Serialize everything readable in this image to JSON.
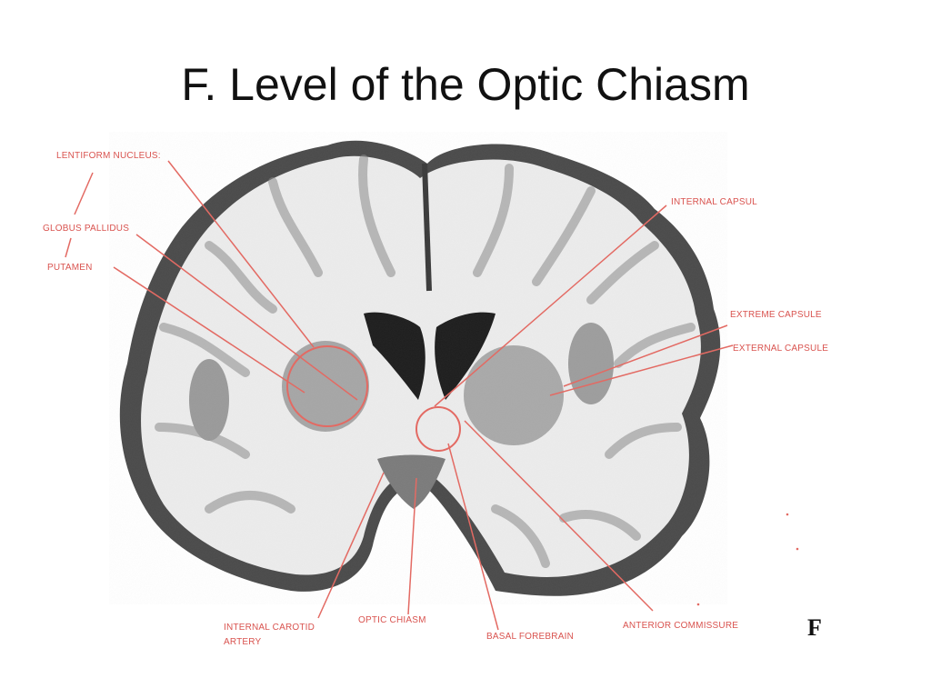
{
  "title": "F. Level of the Optic Chiasm",
  "panel_letter": "F",
  "labels": {
    "lentiform_nucleus": "LENTIFORM NUCLEUS:",
    "globus_pallidus": "GLOBUS PALLIDUS",
    "putamen": "PUTAMEN",
    "internal_capsule": "INTERNAL CAPSUL",
    "extreme_capsule": "EXTREME CAPSULE",
    "external_capsule": "EXTERNAL CAPSULE",
    "internal_carotid_line1": "INTERNAL CAROTID",
    "internal_carotid_line2": "ARTERY",
    "optic_chiasm": "OPTIC CHIASM",
    "basal_forebrain": "BASAL FOREBRAIN",
    "anterior_commissure": "ANTERIOR COMMISSURE"
  },
  "colors": {
    "annotation": "#d9534f",
    "white_matter": "#efefef",
    "gray_matter": "#a9a9a9",
    "cortex_dark": "#5a5a5a"
  }
}
